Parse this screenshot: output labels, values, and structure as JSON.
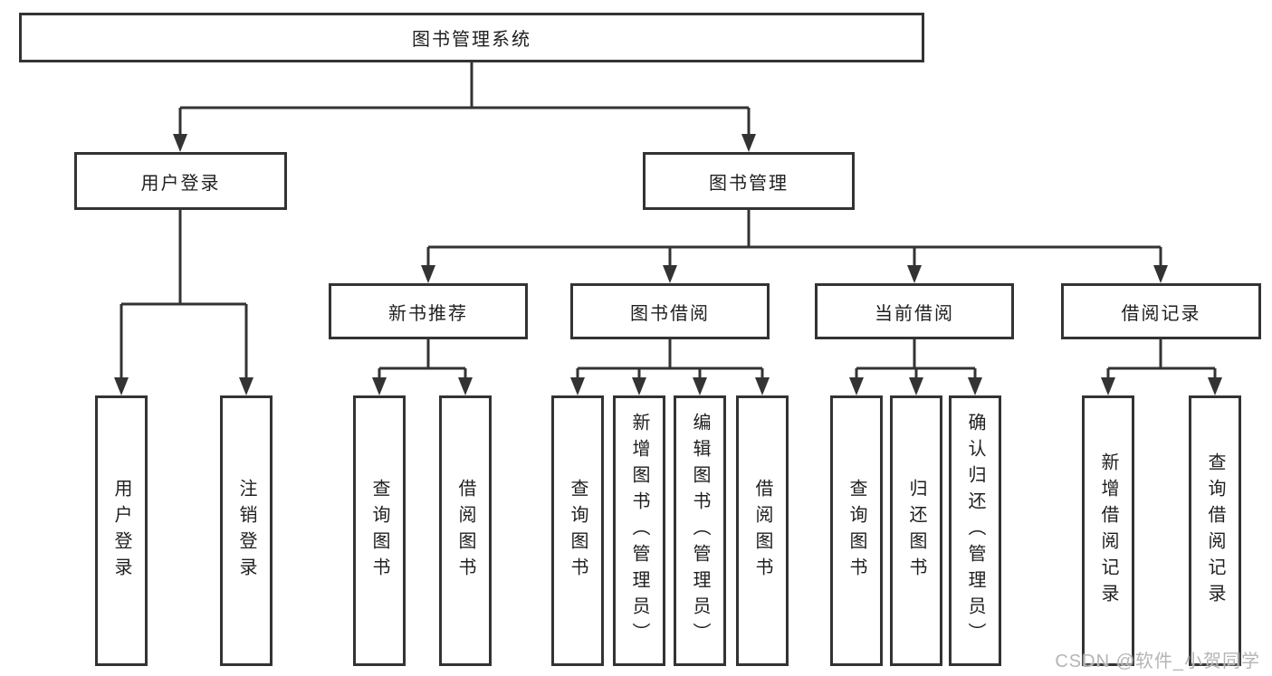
{
  "tree": {
    "root": {
      "label": "图书管理系统",
      "children": [
        {
          "label": "用户登录",
          "children": [
            {
              "label": "用户登录"
            },
            {
              "label": "注销登录"
            }
          ]
        },
        {
          "label": "图书管理",
          "children": [
            {
              "label": "新书推荐",
              "children": [
                {
                  "label": "查询图书"
                },
                {
                  "label": "借阅图书"
                }
              ]
            },
            {
              "label": "图书借阅",
              "children": [
                {
                  "label": "查询图书"
                },
                {
                  "label": "新增图书（管理员）"
                },
                {
                  "label": "编辑图书（管理员）"
                },
                {
                  "label": "借阅图书"
                }
              ]
            },
            {
              "label": "当前借阅",
              "children": [
                {
                  "label": "查询图书"
                },
                {
                  "label": "归还图书"
                },
                {
                  "label": "确认归还（管理员）"
                }
              ]
            },
            {
              "label": "借阅记录",
              "children": [
                {
                  "label": "新增借阅记录"
                },
                {
                  "label": "查询借阅记录"
                }
              ]
            }
          ]
        }
      ]
    }
  },
  "watermark": {
    "text": "CSDN @软件_小贺同学"
  },
  "colors": {
    "line": "#333333",
    "text": "#1f1f1f",
    "watermark": "#b5b5b5",
    "bg": "#ffffff"
  }
}
